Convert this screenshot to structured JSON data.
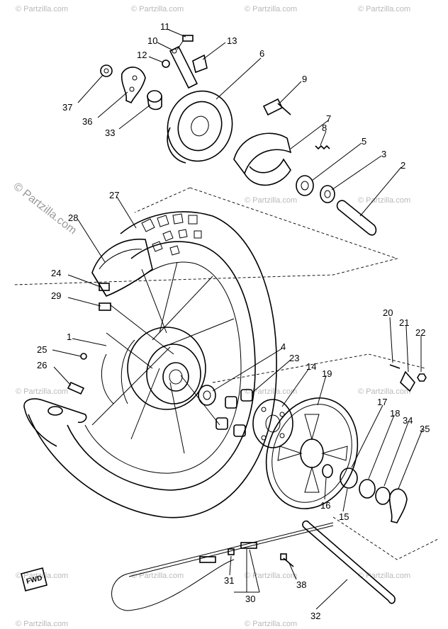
{
  "watermark": {
    "text": "© Partzilla.com"
  },
  "fwd_badge": {
    "text": "FWD"
  },
  "callouts": [
    {
      "id": "c11",
      "text": "11"
    },
    {
      "id": "c10",
      "text": "10"
    },
    {
      "id": "c13",
      "text": "13"
    },
    {
      "id": "c12",
      "text": "12"
    },
    {
      "id": "c6",
      "text": "6"
    },
    {
      "id": "c37",
      "text": "37"
    },
    {
      "id": "c36",
      "text": "36"
    },
    {
      "id": "c33",
      "text": "33"
    },
    {
      "id": "c9",
      "text": "9"
    },
    {
      "id": "c7",
      "text": "7"
    },
    {
      "id": "c8",
      "text": "8"
    },
    {
      "id": "c5",
      "text": "5"
    },
    {
      "id": "c3",
      "text": "3"
    },
    {
      "id": "c2",
      "text": "2"
    },
    {
      "id": "c27",
      "text": "27"
    },
    {
      "id": "c28",
      "text": "28"
    },
    {
      "id": "c24",
      "text": "24"
    },
    {
      "id": "c29",
      "text": "29"
    },
    {
      "id": "c1",
      "text": "1"
    },
    {
      "id": "c25",
      "text": "25"
    },
    {
      "id": "c26",
      "text": "26"
    },
    {
      "id": "c4",
      "text": "4"
    },
    {
      "id": "c23",
      "text": "23"
    },
    {
      "id": "c14",
      "text": "14"
    },
    {
      "id": "c19",
      "text": "19"
    },
    {
      "id": "c20",
      "text": "20"
    },
    {
      "id": "c21",
      "text": "21"
    },
    {
      "id": "c22",
      "text": "22"
    },
    {
      "id": "c17",
      "text": "17"
    },
    {
      "id": "c18",
      "text": "18"
    },
    {
      "id": "c34",
      "text": "34"
    },
    {
      "id": "c35",
      "text": "35"
    },
    {
      "id": "c16",
      "text": "16"
    },
    {
      "id": "c15",
      "text": "15"
    },
    {
      "id": "c31",
      "text": "31"
    },
    {
      "id": "c30",
      "text": "30"
    },
    {
      "id": "c38",
      "text": "38"
    },
    {
      "id": "c32",
      "text": "32"
    }
  ]
}
